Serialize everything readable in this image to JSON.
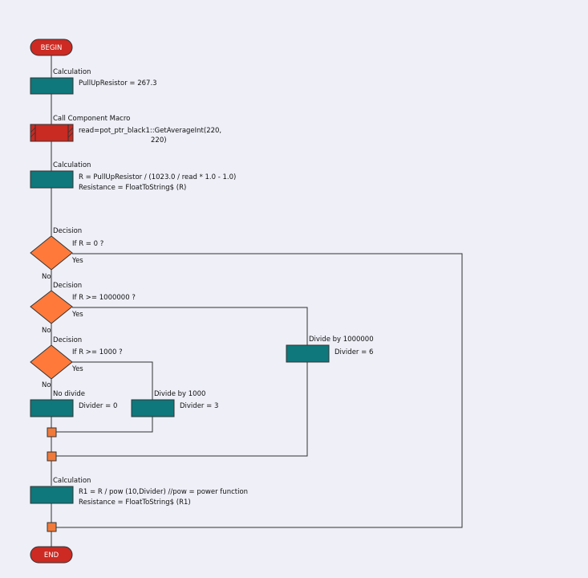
{
  "colors": {
    "background": "#eeeff7",
    "terminal": "#cc2a22",
    "calculation": "#0e787c",
    "macro": "#c92a22",
    "decision": "#ff7a3a",
    "connector": "#f07a3a",
    "line": "#333333"
  },
  "flowchart": {
    "begin_label": "BEGIN",
    "end_label": "END",
    "calc1": {
      "type_label": "Calculation",
      "lines": [
        "PullUpResistor = 267.3"
      ]
    },
    "macro1": {
      "type_label": "Call Component Macro",
      "lines": [
        "read=pot_ptr_black1::GetAverageInt(220,",
        "220)"
      ]
    },
    "calc2": {
      "type_label": "Calculation",
      "lines": [
        "R = PullUpResistor / (1023.0 / read * 1.0 - 1.0)",
        "Resistance = FloatToString$ (R)"
      ]
    },
    "decision1": {
      "type_label": "Decision",
      "condition": "If  R = 0 ?",
      "yes": "Yes",
      "no": "No"
    },
    "decision2": {
      "type_label": "Decision",
      "condition": "If  R >= 1000000 ?",
      "yes": "Yes",
      "no": "No"
    },
    "decision3": {
      "type_label": "Decision",
      "condition": "If  R >= 1000 ?",
      "yes": "Yes",
      "no": "No"
    },
    "calc_no_divide": {
      "type_label": "No divide",
      "lines": [
        "Divider = 0"
      ]
    },
    "calc_divide_1000": {
      "type_label": "Divide by 1000",
      "lines": [
        "Divider = 3"
      ]
    },
    "calc_divide_1000000": {
      "type_label": "Divide by 1000000",
      "lines": [
        "Divider = 6"
      ]
    },
    "calc3": {
      "type_label": "Calculation",
      "lines": [
        "R1 = R / pow (10,Divider) //pow = power function",
        "Resistance = FloatToString$ (R1)"
      ]
    }
  }
}
